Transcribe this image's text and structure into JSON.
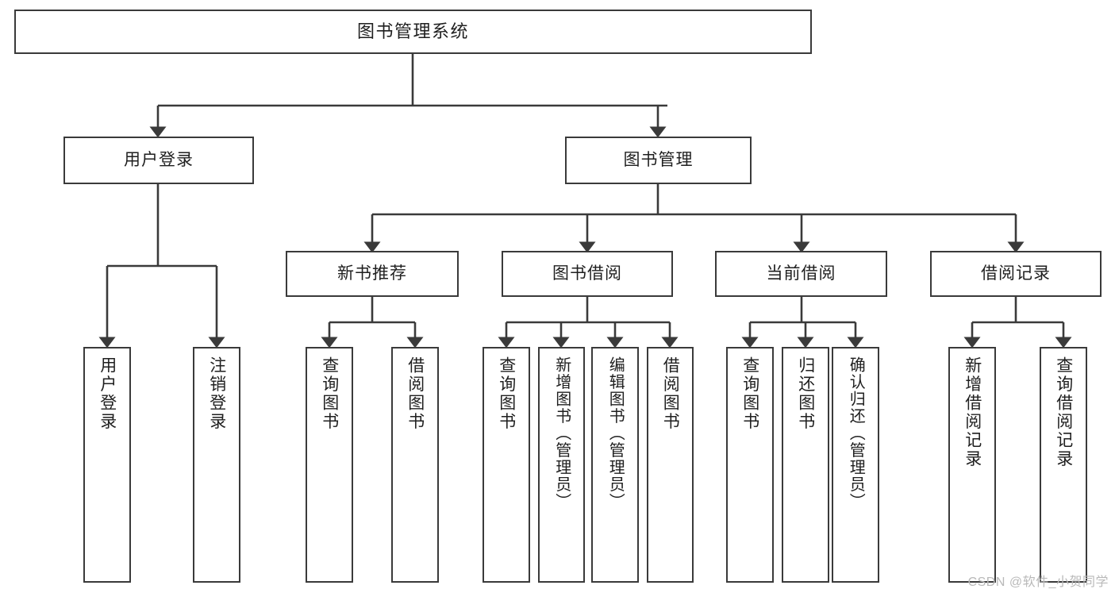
{
  "diagram": {
    "type": "tree",
    "title": "图书管理系统",
    "stroke_color": "#3a3a3a",
    "fill_color": "#ffffff",
    "text_color": "#1f1f1f",
    "watermark": "CSDN @软件_小贺同学",
    "nodes": {
      "root": {
        "label": "图书管理系统"
      },
      "level1": [
        {
          "label": "用户登录"
        },
        {
          "label": "图书管理"
        }
      ],
      "level2": [
        {
          "label": "新书推荐"
        },
        {
          "label": "图书借阅"
        },
        {
          "label": "当前借阅"
        },
        {
          "label": "借阅记录"
        }
      ],
      "leaves": {
        "user_login": [
          {
            "label": "用户登录"
          },
          {
            "label": "注销登录"
          }
        ],
        "new_book_recommend": [
          {
            "label": "查询图书"
          },
          {
            "label": "借阅图书"
          }
        ],
        "book_borrow": [
          {
            "label": "查询图书"
          },
          {
            "label": "新增图书（管理员）"
          },
          {
            "label": "编辑图书（管理员）"
          },
          {
            "label": "借阅图书"
          }
        ],
        "current_borrow": [
          {
            "label": "查询图书"
          },
          {
            "label": "归还图书"
          },
          {
            "label": "确认归还（管理员）"
          }
        ],
        "borrow_record": [
          {
            "label": "新增借阅记录"
          },
          {
            "label": "查询借阅记录"
          }
        ]
      }
    }
  }
}
